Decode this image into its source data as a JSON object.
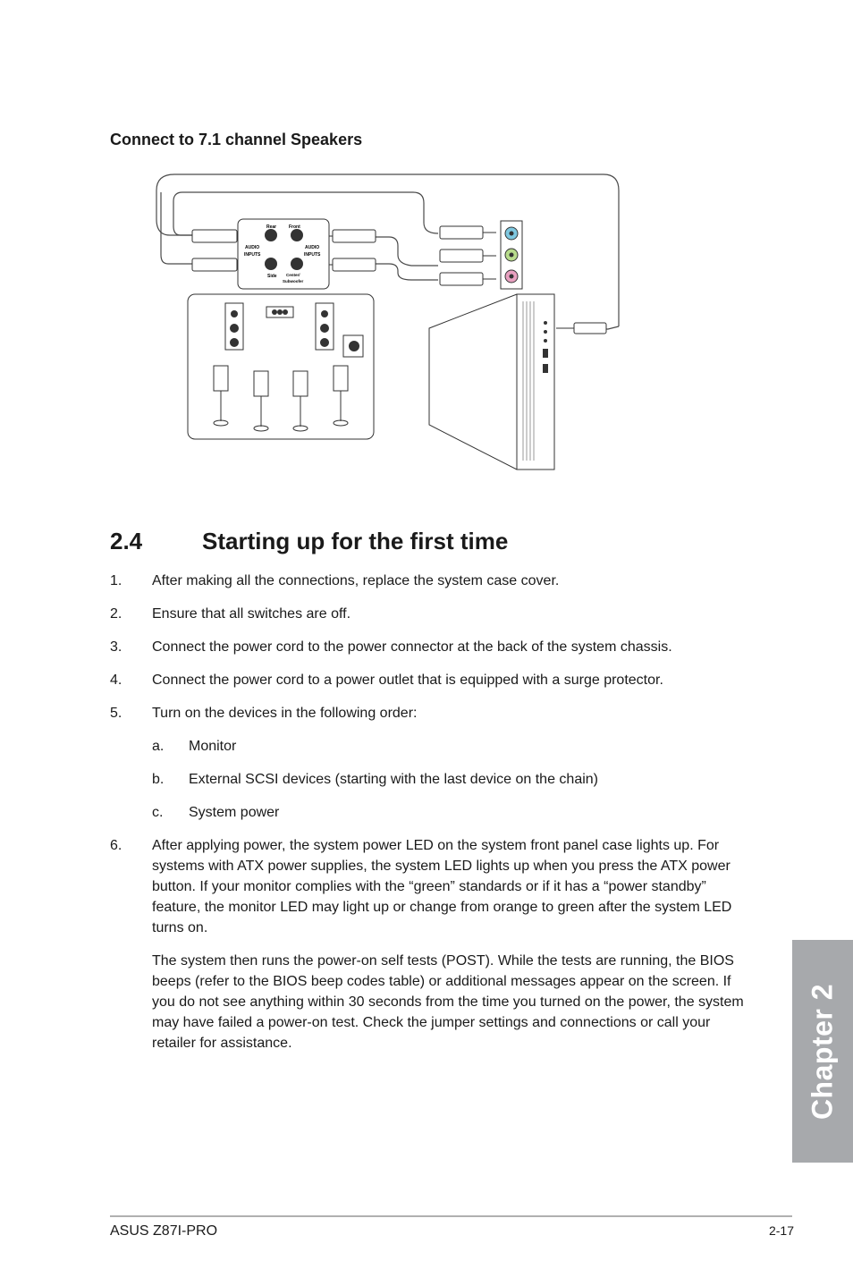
{
  "subheading": "Connect to 7.1 channel Speakers",
  "diagram": {
    "labels": {
      "rear": "Rear",
      "front": "Front",
      "side": "Side",
      "center": "Center/",
      "subwoofer": "Subwoofer",
      "audio": "AUDIO",
      "inputs": "INPUTS"
    }
  },
  "section": {
    "number": "2.4",
    "title": "Starting up for the first time"
  },
  "steps": [
    {
      "num": "1.",
      "text": "After making all the connections, replace the system case cover."
    },
    {
      "num": "2.",
      "text": "Ensure that all switches are off."
    },
    {
      "num": "3.",
      "text": "Connect the power cord to the power connector at the back of the system chassis."
    },
    {
      "num": "4.",
      "text": "Connect the power cord to a power outlet that is equipped with a surge protector."
    },
    {
      "num": "5.",
      "text": "Turn on the devices in the following order:"
    }
  ],
  "substeps": [
    {
      "num": "a.",
      "text": "Monitor"
    },
    {
      "num": "b.",
      "text": "External SCSI devices (starting with the last device on the chain)"
    },
    {
      "num": "c.",
      "text": "System power"
    }
  ],
  "step6": {
    "num": "6.",
    "text": "After applying power, the system power LED on the system front panel case lights up. For systems with ATX power supplies, the system LED lights up when you press the ATX power button. If your monitor complies with the “green” standards or if it has a “power standby” feature, the monitor LED may light up or change from orange to green after the system LED turns on."
  },
  "post_paragraph": "The system then runs the power-on self tests (POST). While the tests are running, the BIOS beeps (refer to the BIOS beep codes table) or additional messages appear on the screen. If you do not see anything within 30 seconds from the time you turned on the power, the system may have failed a power-on test. Check the jumper settings and connections or call your retailer for assistance.",
  "chapter_tab": "Chapter 2",
  "footer": {
    "product": "ASUS Z87I-PRO",
    "page": "2-17"
  },
  "colors": {
    "tab": "#a7a9ac",
    "jack_blue": "#7fc8e0",
    "jack_green": "#b8dc8c",
    "jack_pink": "#e8a0c0"
  }
}
